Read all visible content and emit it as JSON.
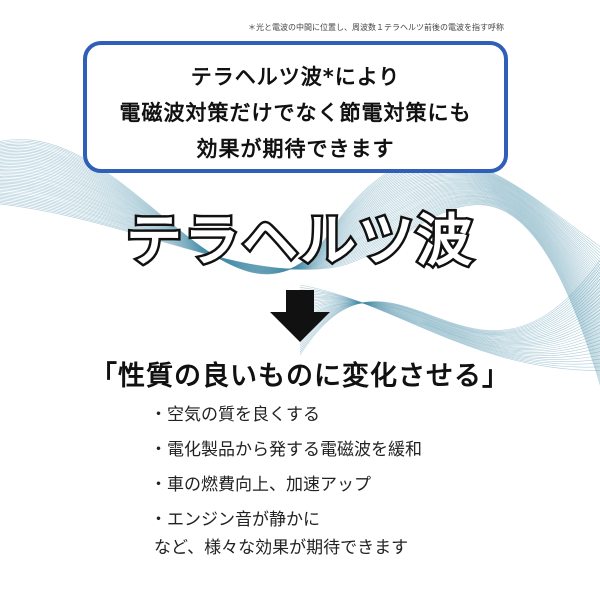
{
  "colors": {
    "callout_border": "#2f5fb8",
    "wave_lines": "#4a8fa8",
    "text": "#111111"
  },
  "footnote": "＊光と電波の中間に位置し、周波数１テラヘルツ前後の電波を指す呼称",
  "callout": {
    "lines": [
      "テラヘルツ波*により",
      "電磁波対策だけでなく節電対策にも",
      "効果が期待できます"
    ]
  },
  "headline": "テラヘルツ波",
  "arrow_icon": "down-arrow-icon",
  "tagline": "「性質の良いものに変化させる」",
  "benefits": [
    "・空気の質を良くする",
    "・電化製品から発する電磁波を緩和",
    "・車の燃費向上、加速アップ",
    "・エンジン音が静かに"
  ],
  "closing": "など、様々な効果が期待できます"
}
